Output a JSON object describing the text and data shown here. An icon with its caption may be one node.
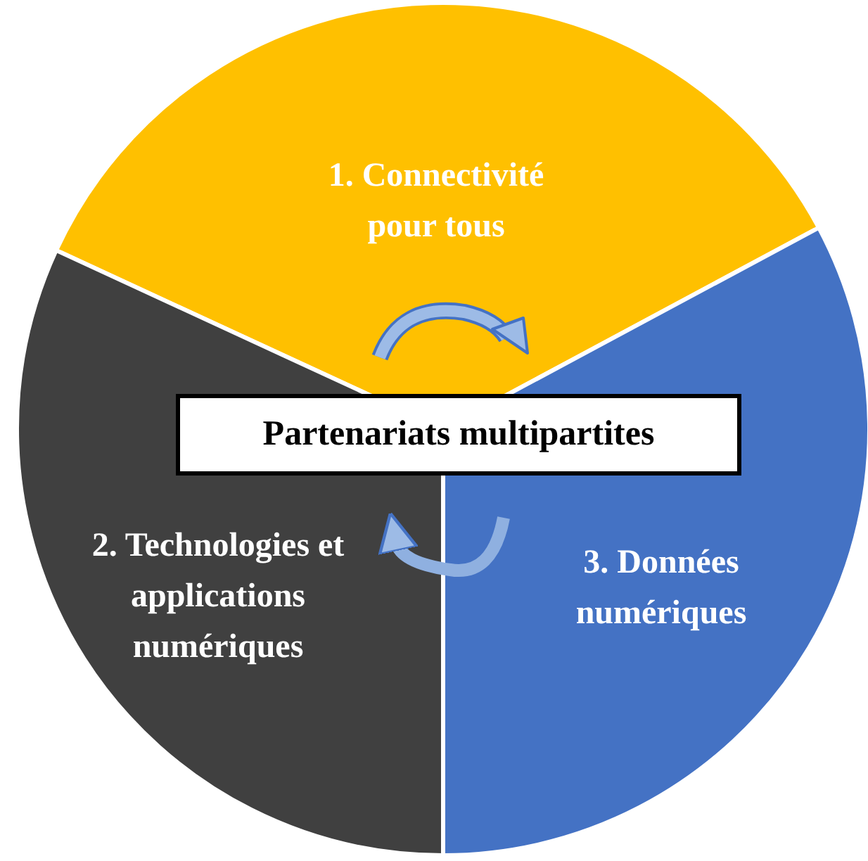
{
  "diagram": {
    "nodes": [
      {
        "text": [
          "1. Connectivité pour tous"
        ]
      },
      {
        "text": [
          "2. Technologies et applications numériques"
        ]
      },
      {
        "text": [
          "3. Données numériques"
        ]
      },
      {
        "text": [
          "Partenariats multipartites"
        ]
      }
    ],
    "edges": [
      {
        "from": 2,
        "to": 1,
        "arrow": "to"
      }
    ]
  }
}
